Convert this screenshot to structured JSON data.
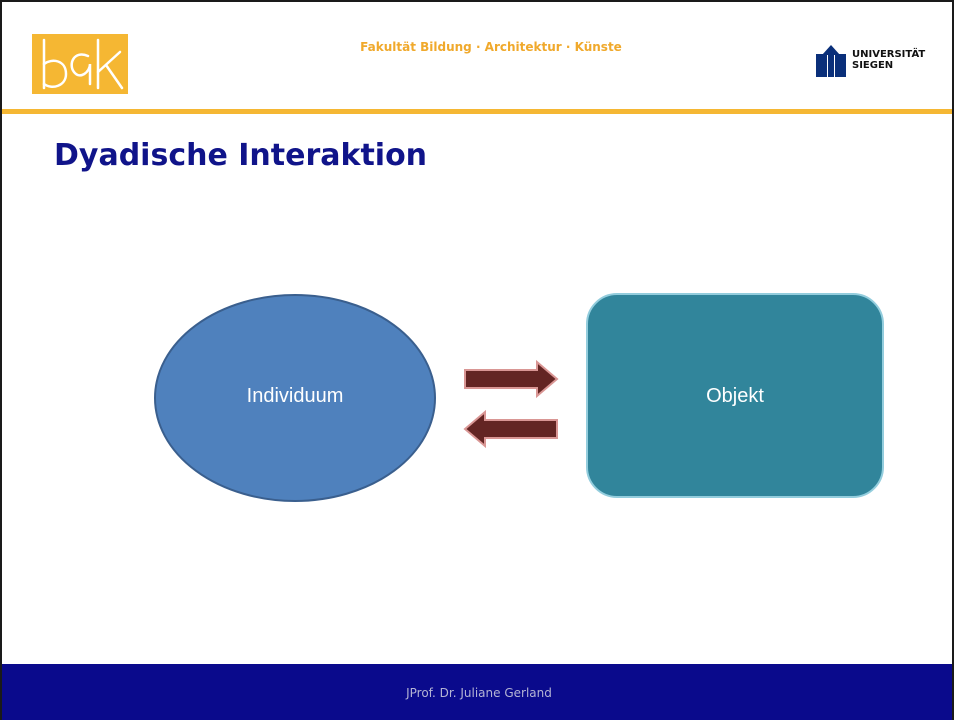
{
  "header": {
    "logo_text": "bak",
    "faculty": "Fakultät Bildung · Architektur · Künste",
    "university_line1": "UNIVERSITÄT",
    "university_line2": "SIEGEN"
  },
  "title": "Dyadische Interaktion",
  "diagram": {
    "nodes": [
      {
        "id": "individuum",
        "shape": "ellipse",
        "label": "Individuum",
        "color": "#4f81bd"
      },
      {
        "id": "objekt",
        "shape": "rounded-rectangle",
        "label": "Objekt",
        "color": "#31859b"
      }
    ],
    "edges": [
      {
        "from": "individuum",
        "to": "objekt"
      },
      {
        "from": "objekt",
        "to": "individuum"
      }
    ],
    "arrow_color": "#632523"
  },
  "footer": {
    "text": "JProf. Dr. Juliane Gerland"
  },
  "colors": {
    "accent": "#f5b733",
    "title": "#10148a",
    "footer_bg": "#0a0a8c"
  }
}
